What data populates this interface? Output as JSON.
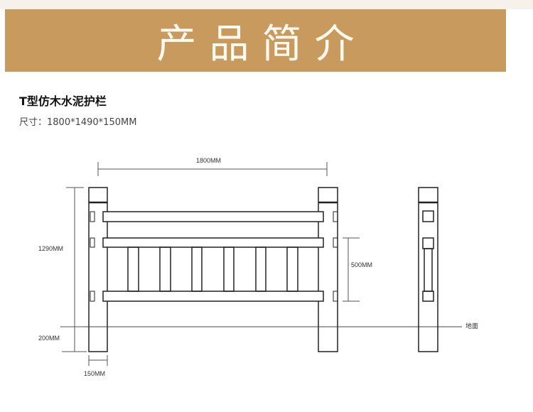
{
  "banner": {
    "title": "产品简介"
  },
  "product": {
    "name": "T型仿木水泥护栏",
    "size_line": "尺寸：1800*1490*150MM"
  },
  "diagram": {
    "width_label": "1800MM",
    "height_label": "1290MM",
    "buried_label": "200MM",
    "post_width_label": "150MM",
    "rail_gap_label": "500MM",
    "ground_label": "地面"
  },
  "colors": {
    "banner": "#c99a5e",
    "line": "#222222"
  }
}
